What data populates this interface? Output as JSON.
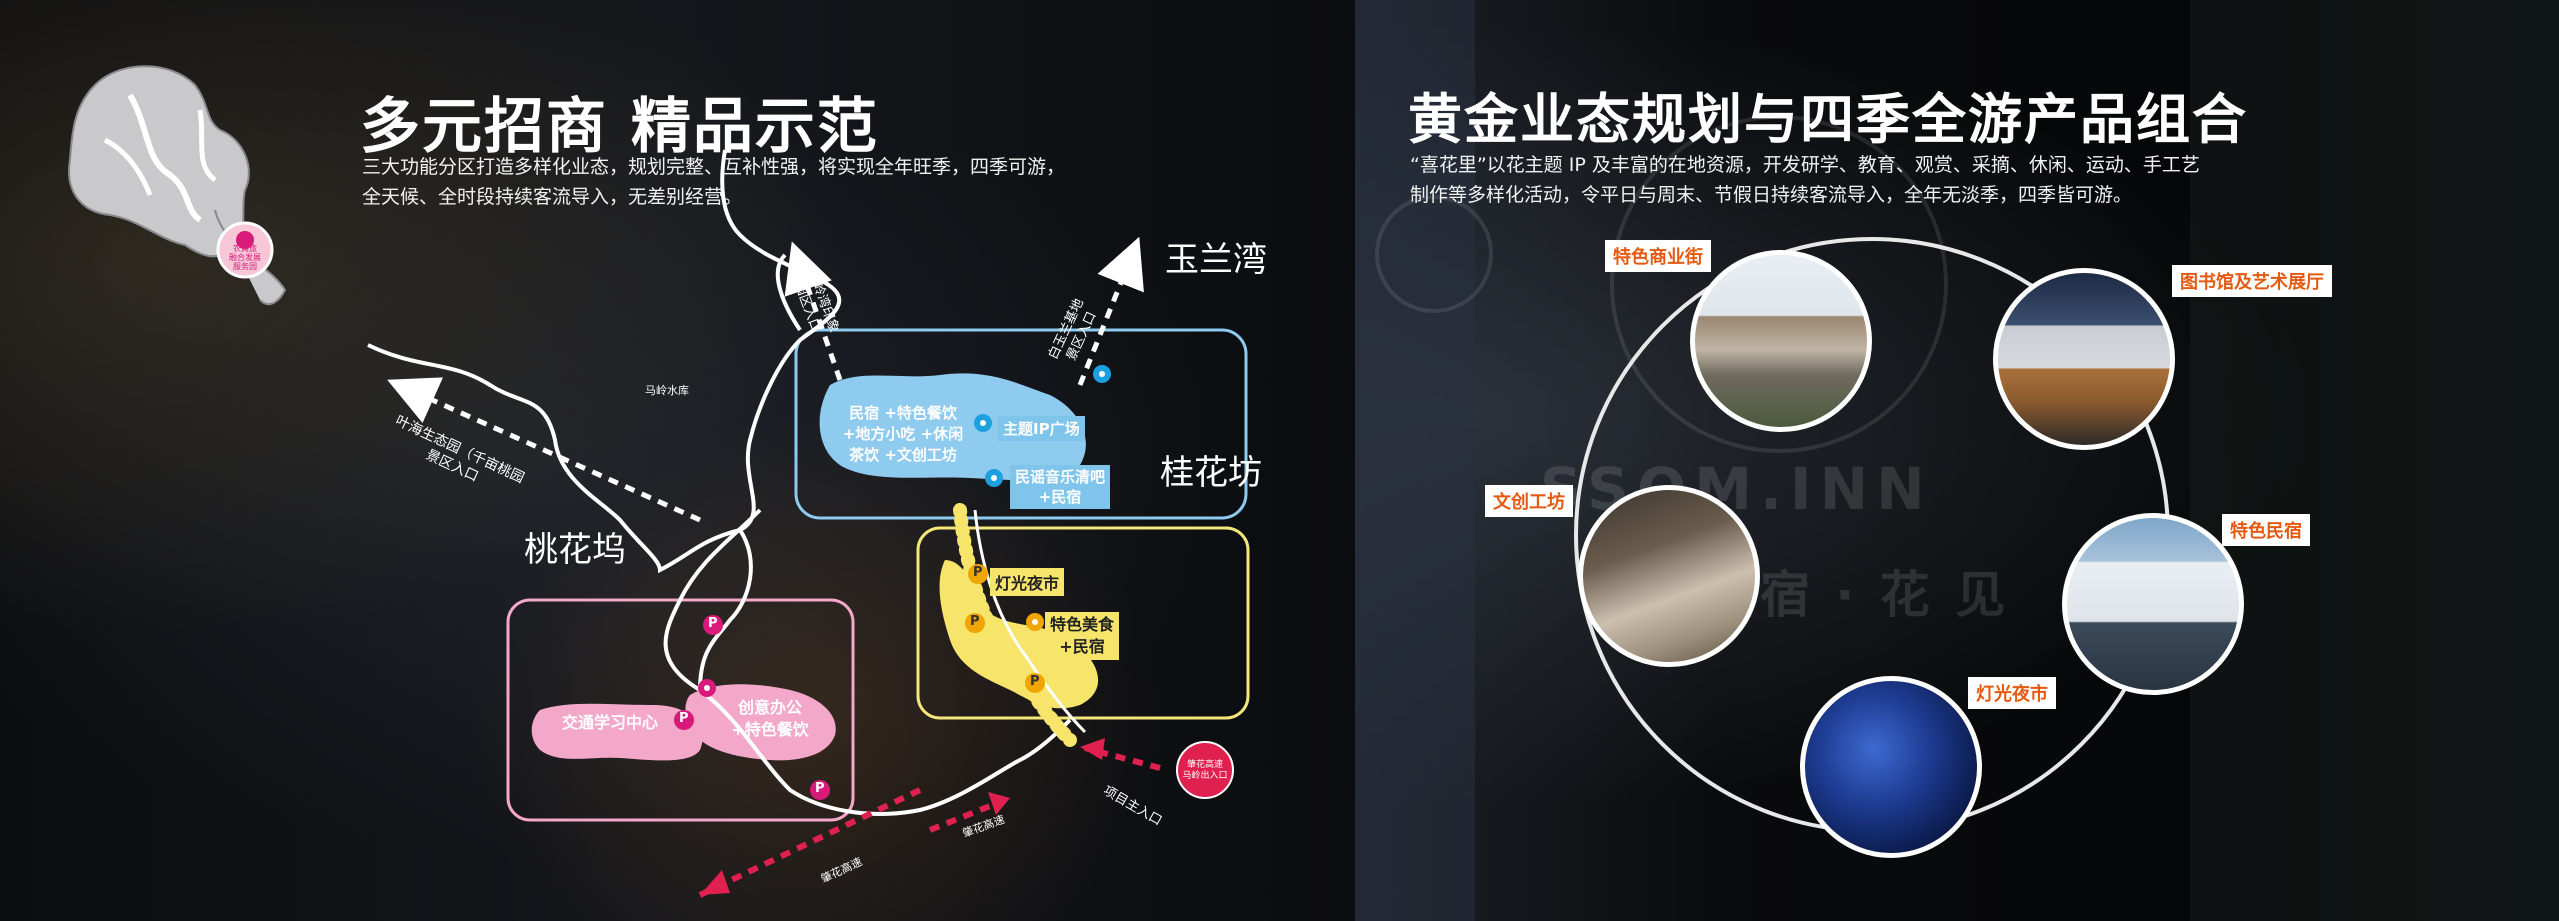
{
  "left": {
    "title": "多元招商 精品示范",
    "description_line1": "三大功能分区打造多样化业态，规划完整、互补性强，将实现全年旺季，四季可游，",
    "description_line2": "全天候、全时段持续客流导入，无差别经营。",
    "locator_badge_line1": "农商旅",
    "locator_badge_line2": "融合发展",
    "locator_badge_line3": "服务园",
    "zones": {
      "taohuawu": "桃花坞",
      "guihuafang": "桂花坊",
      "yulanwan": "玉兰湾"
    },
    "place_labels": {
      "malingshuiku": "马岭水库",
      "yehai_line1": "叶海生态园（千亩桃园",
      "yehai_line2": "景区入口",
      "malingwan_line1": "马岭湾印象",
      "malingwan_line2": "园区入口",
      "baiyulan_line1": "白玉兰基地",
      "baiyulan_line2": "景区入口",
      "main_entrance": "项目主入口",
      "zhaohua_1": "肇花高速",
      "zhaohua_2": "肇花高速",
      "highway_exit_line1": "肇花高速",
      "highway_exit_line2": "马岭出入口"
    },
    "blue_area": {
      "line1": "民宿 +特色餐饮",
      "line2": "+地方小吃 +休闲",
      "line3": "茶饮 +文创工坊",
      "tag_ip": "主题IP广场",
      "tag_music_line1": "民谣音乐清吧",
      "tag_music_line2": "+民宿"
    },
    "yellow_area": {
      "tag_night": "灯光夜市",
      "tag_food_line1": "特色美食",
      "tag_food_line2": "+民宿"
    },
    "pink_area": {
      "left_label": "交通学习中心",
      "right_line1": "创意办公",
      "right_line2": "+特色餐饮"
    },
    "parking_glyph": "P",
    "colors": {
      "blue_zone": "#7fc4ea",
      "yellow_zone": "#f7e46a",
      "pink_zone": "#f0a6c8",
      "route_red": "#e0204f",
      "brand_magenta": "#d81b7a"
    }
  },
  "right": {
    "title": "黄金业态规划与四季全游产品组合",
    "description_line1": "“喜花里”以花主题 IP 及丰富的在地资源，开发研学、教育、观赏、采摘、休闲、运动、手工艺",
    "description_line2": "制作等多样化活动，令平日与周末、节假日持续客流导入，全年无淡季，四季皆可游。",
    "products": [
      {
        "label": "特色商业街"
      },
      {
        "label": "图书馆及艺术展厅"
      },
      {
        "label": "文创工坊"
      },
      {
        "label": "特色民宿"
      },
      {
        "label": "灯光夜市"
      }
    ],
    "watermark_text": "SSOM.INN",
    "watermark_cn": "宿 · 花 见",
    "label_color": "#e55a10"
  }
}
